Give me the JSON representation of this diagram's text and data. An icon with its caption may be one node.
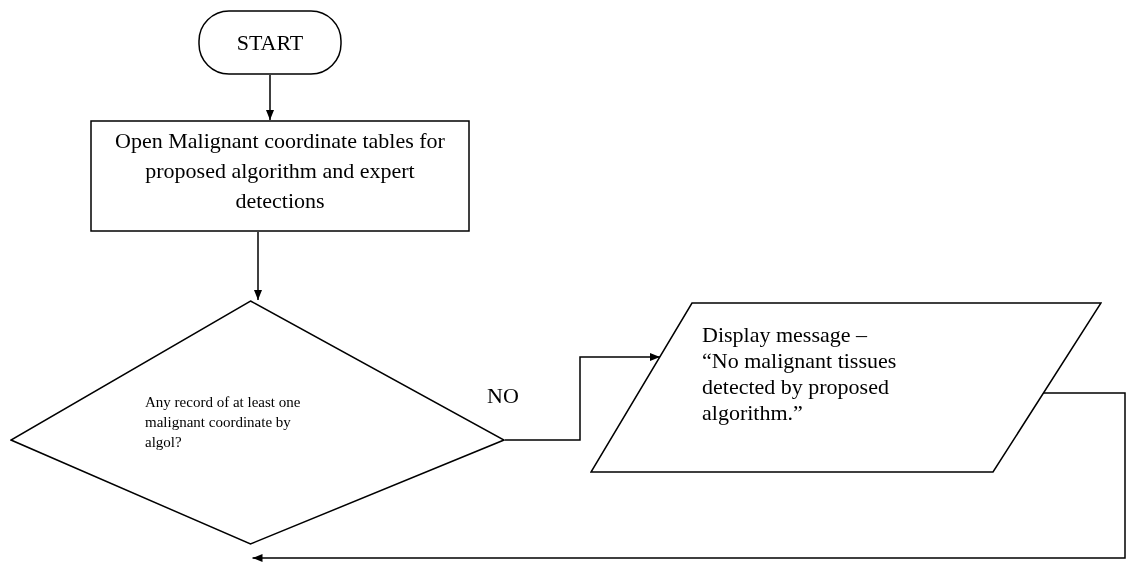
{
  "diagram": {
    "nodes": [
      {
        "text": [
          "START"
        ]
      },
      {
        "text": [
          "Open Malignant coordinate tables for proposed algorithm and expert detections"
        ]
      },
      {
        "text": [
          "Any record of at least one malignant coordinate by algol?"
        ]
      },
      {
        "text": [
          "Display message – “No malignant tissues detected by proposed algorithm.”"
        ]
      }
    ],
    "edges": [
      {
        "from": 0,
        "to": 1,
        "arrow": "to"
      },
      {
        "from": 1,
        "to": 2,
        "arrow": "to"
      },
      {
        "from": 2,
        "to": 3,
        "arrow": "to",
        "label": "NO"
      },
      {
        "from": 3,
        "to": 2,
        "arrow": "to"
      }
    ]
  }
}
